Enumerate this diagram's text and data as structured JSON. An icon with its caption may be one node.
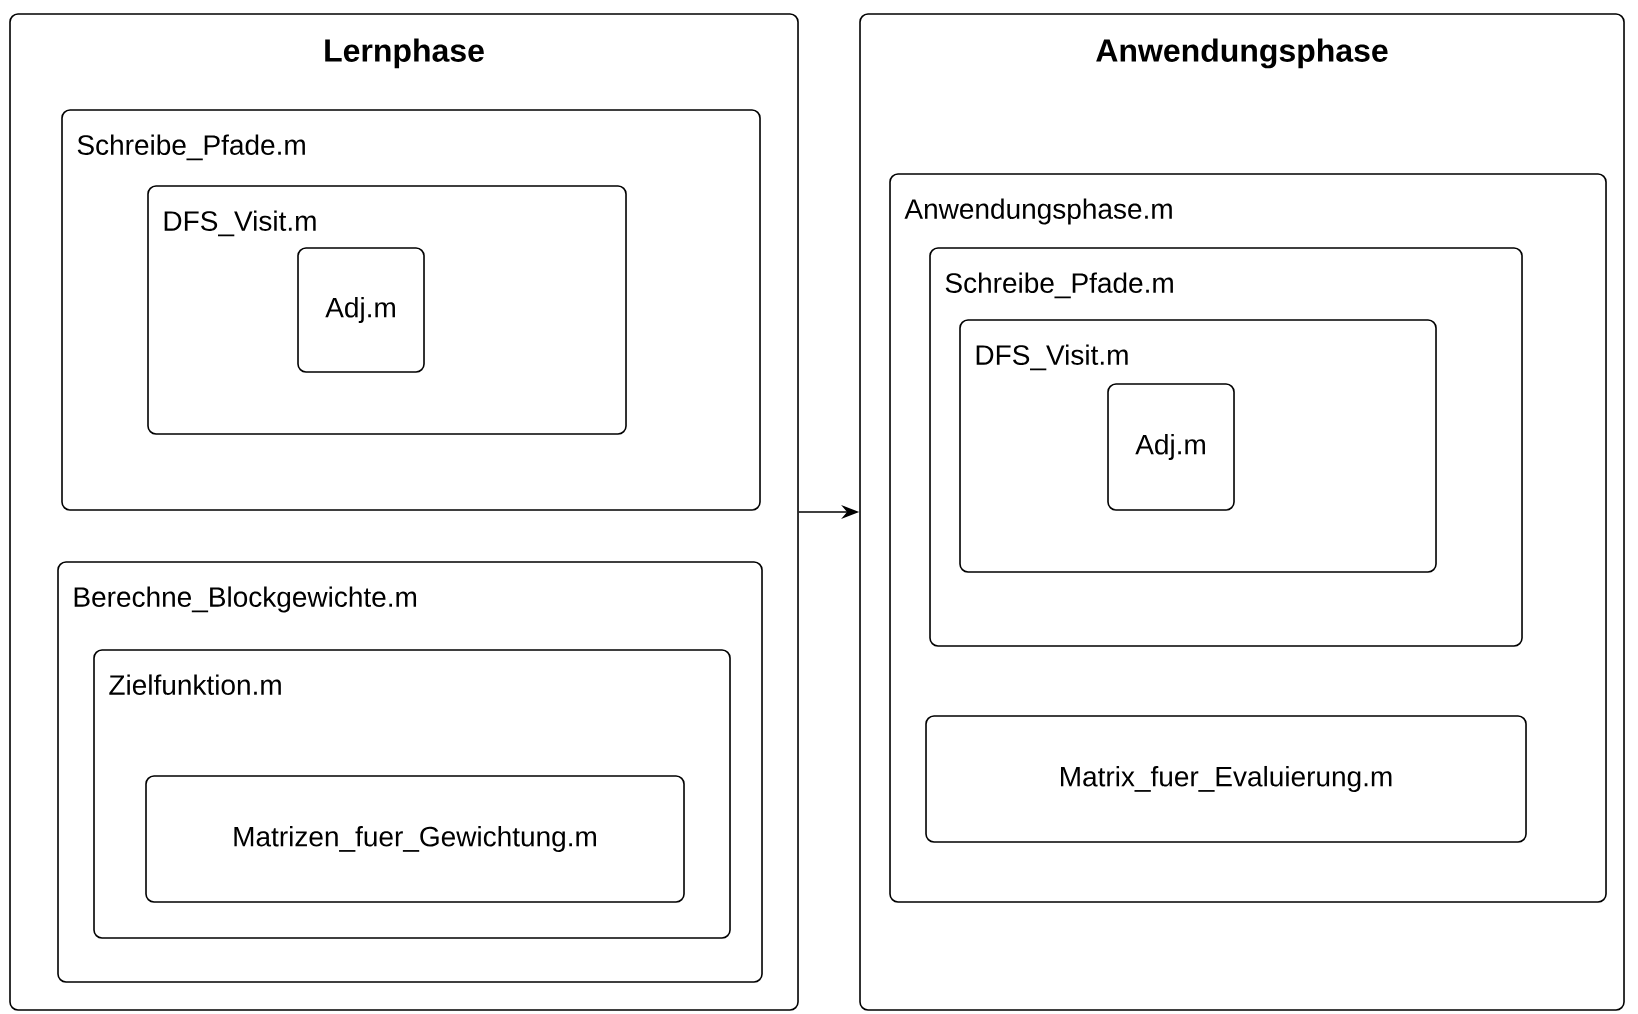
{
  "diagram": {
    "nodes": [
      {
        "text": [
          "Lernphase"
        ]
      },
      {
        "text": [
          "Schreibe_Pfade.m"
        ],
        "in": 0
      },
      {
        "text": [
          "DFS_Visit.m"
        ],
        "in": 1
      },
      {
        "text": [
          "Adj.m"
        ],
        "in": 2
      },
      {
        "text": [
          "Berechne_Blockgewichte.m"
        ],
        "in": 0
      },
      {
        "text": [
          "Zielfunktion.m"
        ],
        "in": 4
      },
      {
        "text": [
          "Matrizen_fuer_Gewichtung.m"
        ],
        "in": 5
      },
      {
        "text": [
          "Anwendungsphase"
        ]
      },
      {
        "text": [
          "Anwendungsphase.m"
        ],
        "in": 7
      },
      {
        "text": [
          "Schreibe_Pfade.m"
        ],
        "in": 8
      },
      {
        "text": [
          "DFS_Visit.m"
        ],
        "in": 9
      },
      {
        "text": [
          "Adj.m"
        ],
        "in": 10
      },
      {
        "text": [
          "Matrix_fuer_Evaluierung.m"
        ],
        "in": 8
      }
    ],
    "edges": [
      {
        "from": 0,
        "to": 7,
        "arrow": "to"
      }
    ]
  }
}
